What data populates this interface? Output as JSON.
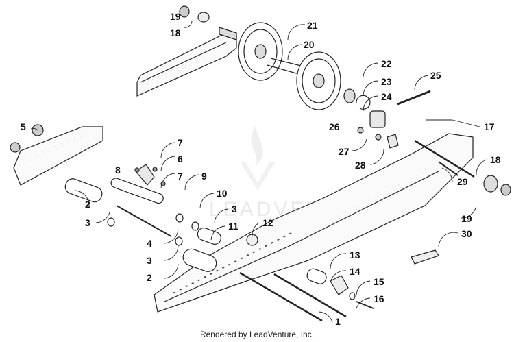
{
  "labels": {
    "p1": "1",
    "p2a": "2",
    "p2b": "2",
    "p3a": "3",
    "p3b": "3",
    "p3c": "3",
    "p4": "4",
    "p5": "5",
    "p6": "6",
    "p7a": "7",
    "p7b": "7",
    "p8": "8",
    "p9": "9",
    "p10": "10",
    "p11": "11",
    "p12": "12",
    "p13": "13",
    "p14": "14",
    "p15": "15",
    "p16": "16",
    "p17": "17",
    "p18a": "18",
    "p18b": "18",
    "p19a": "19",
    "p19b": "19",
    "p20": "20",
    "p21": "21",
    "p22": "22",
    "p23": "23",
    "p24": "24",
    "p25": "25",
    "p26": "26",
    "p27": "27",
    "p28": "28",
    "p29": "29",
    "p30": "30"
  },
  "watermark": "LEADVENTURE",
  "footer": "Rendered by LeadVenture, Inc.",
  "colors": {
    "line": "#222222",
    "watermark": "#d8d8d8",
    "background": "#ffffff"
  }
}
